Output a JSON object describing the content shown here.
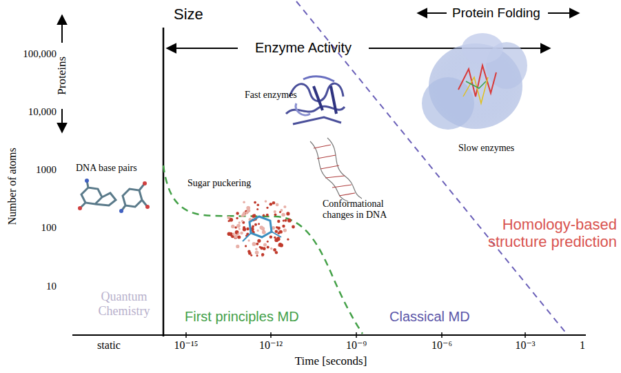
{
  "diagram": {
    "labels": [
      "Size",
      "Protein Folding",
      "Enzyme Activity",
      "Proteins",
      "100,000",
      "10,000",
      "1000",
      "100",
      "10",
      "Number of atoms",
      "Fast enzymes",
      "Slow enzymes",
      "Sugar puckering",
      "DNA base pairs",
      "Conformational changes in DNA",
      "Homology-based structure prediction",
      "Quantum Chemistry",
      "First principles MD",
      "Classical MD",
      "static",
      "10⁻¹⁵",
      "10⁻¹²",
      "10⁻⁹",
      "10⁻⁶",
      "10⁻³",
      "1",
      "Time [seconds]"
    ]
  }
}
